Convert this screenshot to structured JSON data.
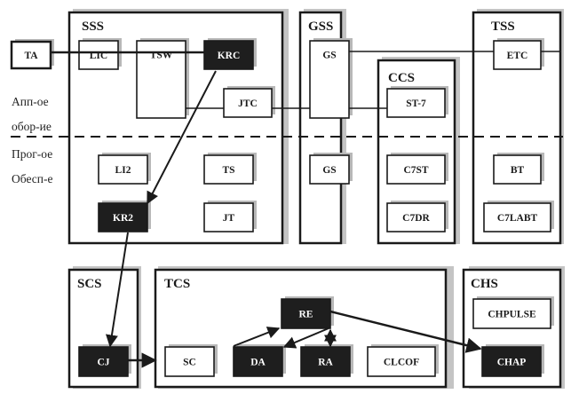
{
  "side_labels": {
    "hardware_line1": "Апп-ое",
    "hardware_line2": "обор-ие",
    "software_line1": "Прог-ое",
    "software_line2": "Обесп-е"
  },
  "external": {
    "ta": "TA"
  },
  "subsystems": {
    "sss": {
      "title": "SSS",
      "blocks": {
        "lic": "LIC",
        "tsw": "TSW",
        "krc": "KRC",
        "jtc": "JTC",
        "li2": "LI2",
        "ts": "TS",
        "kr2": "KR2",
        "jt": "JT"
      }
    },
    "gss": {
      "title": "GSS",
      "blocks": {
        "gs_hw": "GS",
        "gs_sw": "GS"
      }
    },
    "ccs": {
      "title": "CCS",
      "blocks": {
        "st7": "ST-7",
        "c7st": "C7ST",
        "c7dr": "C7DR"
      }
    },
    "tss": {
      "title": "TSS",
      "blocks": {
        "etc": "ETC",
        "bt": "BT",
        "c7labt": "C7LABT"
      }
    },
    "scs": {
      "title": "SCS",
      "blocks": {
        "cj": "CJ"
      }
    },
    "tcs": {
      "title": "TCS",
      "blocks": {
        "re": "RE",
        "sc": "SC",
        "da": "DA",
        "ra": "RA",
        "clcof": "CLCOF"
      }
    },
    "chs": {
      "title": "CHS",
      "blocks": {
        "chpulse": "CHPULSE",
        "chap": "CHAP"
      }
    }
  },
  "colors": {
    "border": "#1a1a1a",
    "shadow": "#b8b8b8",
    "dark_block": "#1e1e1e",
    "dark_text": "#ffffff",
    "light_block": "#ffffff",
    "light_text": "#1a1a1a"
  }
}
